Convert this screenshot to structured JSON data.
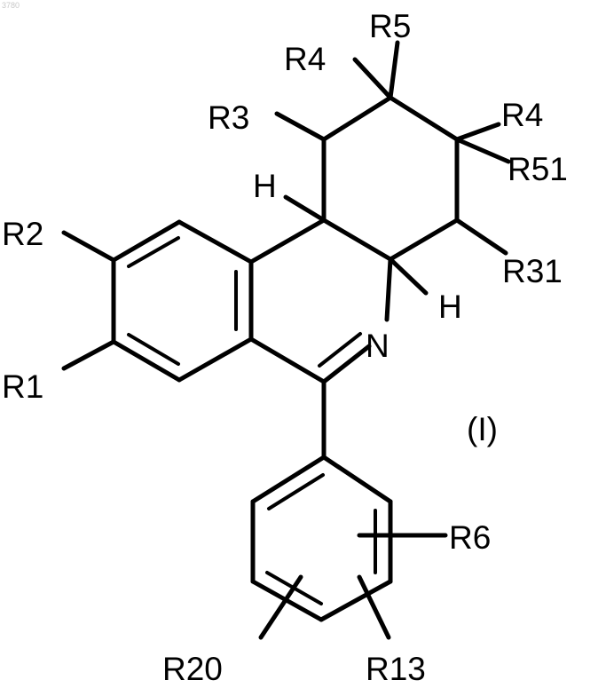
{
  "figure": {
    "page_code": "3780",
    "compound_label": "(I)",
    "atoms": {
      "nitrogen": "N",
      "hydrogen_top": "H",
      "hydrogen_bottom": "H"
    },
    "substituents": {
      "r1": "R1",
      "r2": "R2",
      "r3": "R3",
      "r4_top": "R4",
      "r5": "R5",
      "r4_right": "R4",
      "r51": "R51",
      "r31": "R31",
      "r6": "R6",
      "r20": "R20",
      "r13": "R13"
    }
  }
}
